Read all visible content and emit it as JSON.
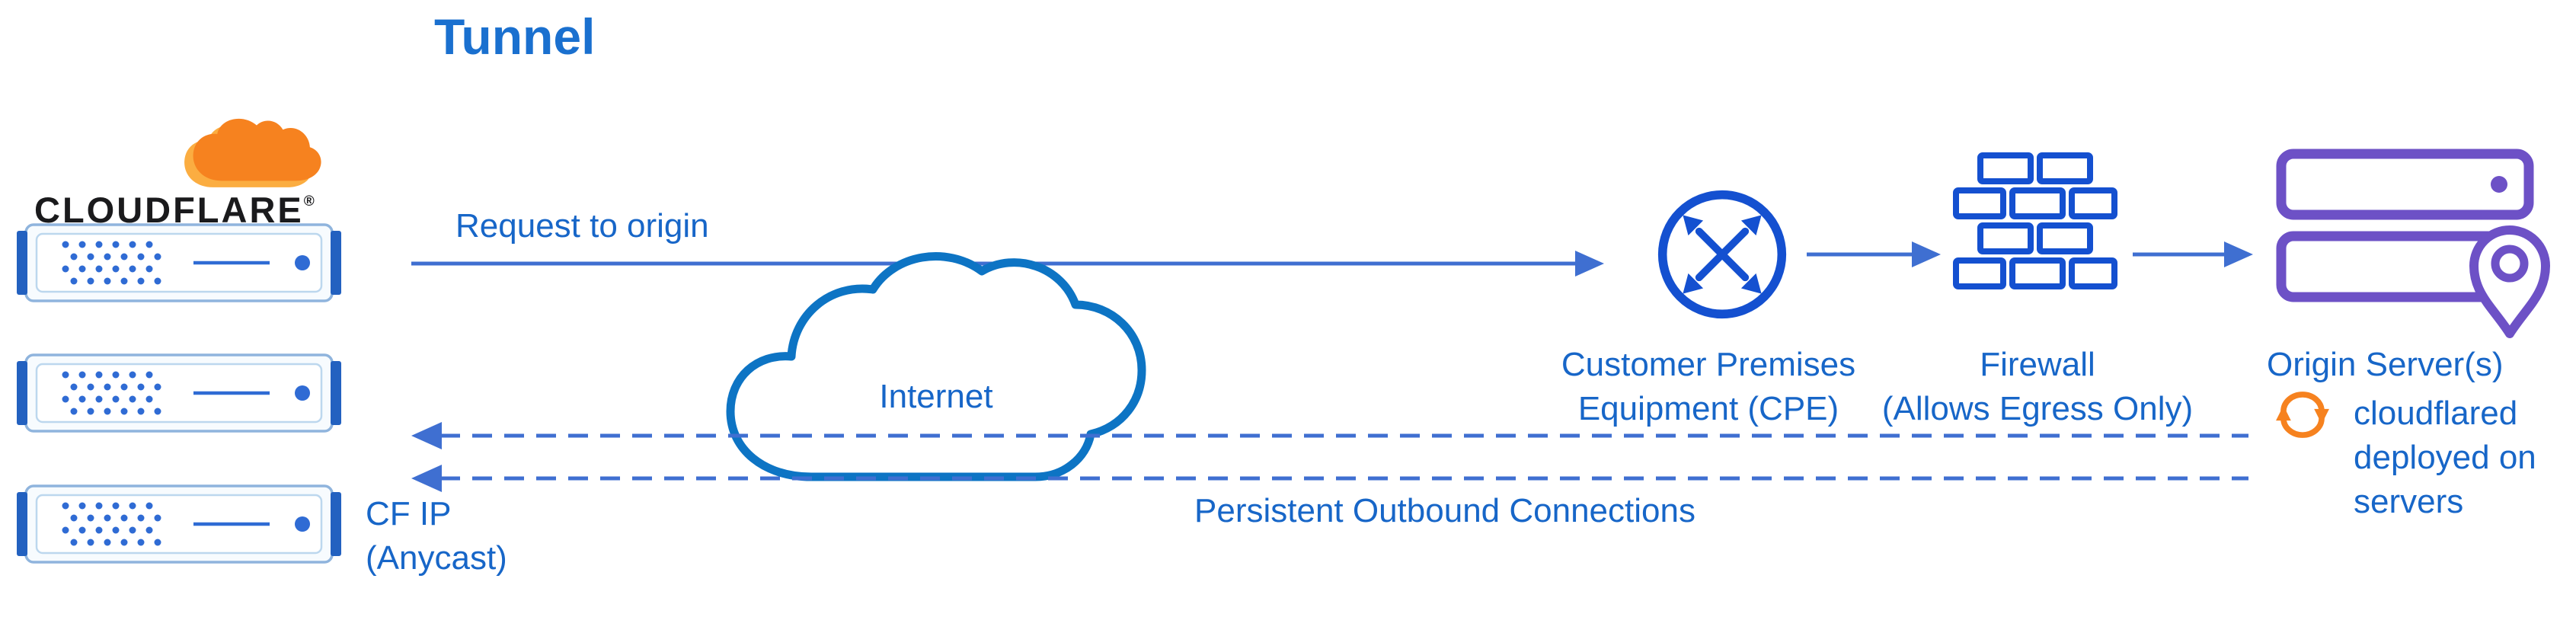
{
  "title": "Tunnel",
  "colors": {
    "text_blue": "#1766c8",
    "title_blue": "#1a70cf",
    "line_blue": "#3f6fd1",
    "icon_blue": "#1450d0",
    "internet_cloud_blue": "#0d74c4",
    "server_detail_blue": "#2f6bd4",
    "server_frame_blue": "#8fb4dd",
    "server_ear_blue": "#2361c0",
    "cloudflare_orange": "#f6821f",
    "cloudflare_orange_light": "#fbad41",
    "origin_purple": "#6d51c6",
    "wordmark_black": "#1a1a1c"
  },
  "logo": {
    "wordmark": "CLOUDFLARE",
    "registered": "®"
  },
  "left_cluster": {
    "cf_ip": "CF IP\n(Anycast)"
  },
  "flows": {
    "request": "Request to origin",
    "persistent": "Persistent Outbound Connections"
  },
  "nodes": {
    "internet": "Internet",
    "cpe": "Customer Premises\nEquipment (CPE)",
    "firewall": "Firewall\n(Allows Egress Only)",
    "origin": "Origin Server(s)",
    "cloudflared": "cloudflared\ndeployed on\nservers"
  }
}
